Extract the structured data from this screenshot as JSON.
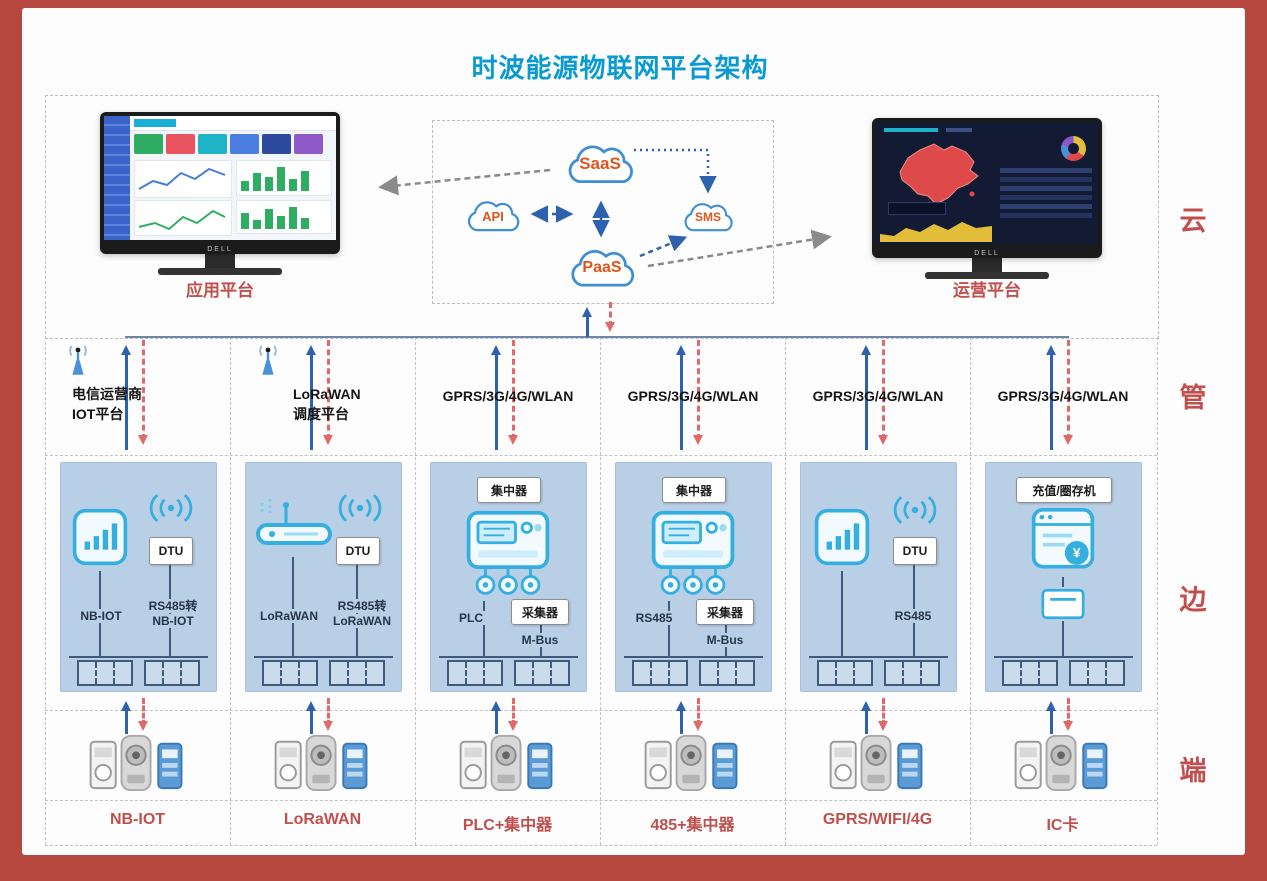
{
  "title": "时波能源物联网平台架构",
  "side_labels": {
    "cloud": "云",
    "pipe": "管",
    "edge": "边",
    "terminal": "端"
  },
  "cloud_layer": {
    "app_platform_label": "应用平台",
    "ops_platform_label": "运营平台",
    "monitor_brand": "DELL",
    "saas": "SaaS",
    "paas": "PaaS",
    "api": "API",
    "sms": "SMS"
  },
  "network_layer": {
    "columns": [
      {
        "line1": "电信运营商",
        "line2": "IOT平台"
      },
      {
        "line1": "LoRaWAN",
        "line2": "调度平台"
      },
      {
        "line1": "GPRS/3G/4G/WLAN"
      },
      {
        "line1": "GPRS/3G/4G/WLAN"
      },
      {
        "line1": "GPRS/3G/4G/WLAN"
      },
      {
        "line1": "GPRS/3G/4G/WLAN"
      }
    ]
  },
  "edge_layer": {
    "boxes": [
      {
        "dtu": "DTU",
        "left_label": "NB-IOT",
        "right_line1": "RS485转",
        "right_line2": "NB-IOT"
      },
      {
        "dtu": "DTU",
        "left_label": "LoRaWAN",
        "right_line1": "RS485转",
        "right_line2": "LoRaWAN"
      },
      {
        "top_label": "集中器",
        "left_label": "PLC",
        "collector_label": "采集器",
        "bus_label": "M-Bus"
      },
      {
        "top_label": "集中器",
        "left_label": "RS485",
        "collector_label": "采集器",
        "bus_label": "M-Bus"
      },
      {
        "dtu": "DTU",
        "left_label": "RS485"
      },
      {
        "top_label": "充值/圈存机"
      }
    ]
  },
  "terminal_layer": {
    "bottom_labels": [
      "NB-IOT",
      "LoRaWAN",
      "PLC+集中器",
      "485+集中器",
      "GPRS/WIFI/4G",
      "IC卡"
    ]
  },
  "colors": {
    "frame_red": "#b5473e",
    "title_blue": "#0a9ad2",
    "label_red": "#c0504d",
    "arrow_blue": "#2f62ae",
    "arrow_red": "#e06a6a",
    "edge_box_fill": "#b9cfe6",
    "icon_cyan": "#35aee0",
    "cloud_text_orange": "#e0541e"
  }
}
